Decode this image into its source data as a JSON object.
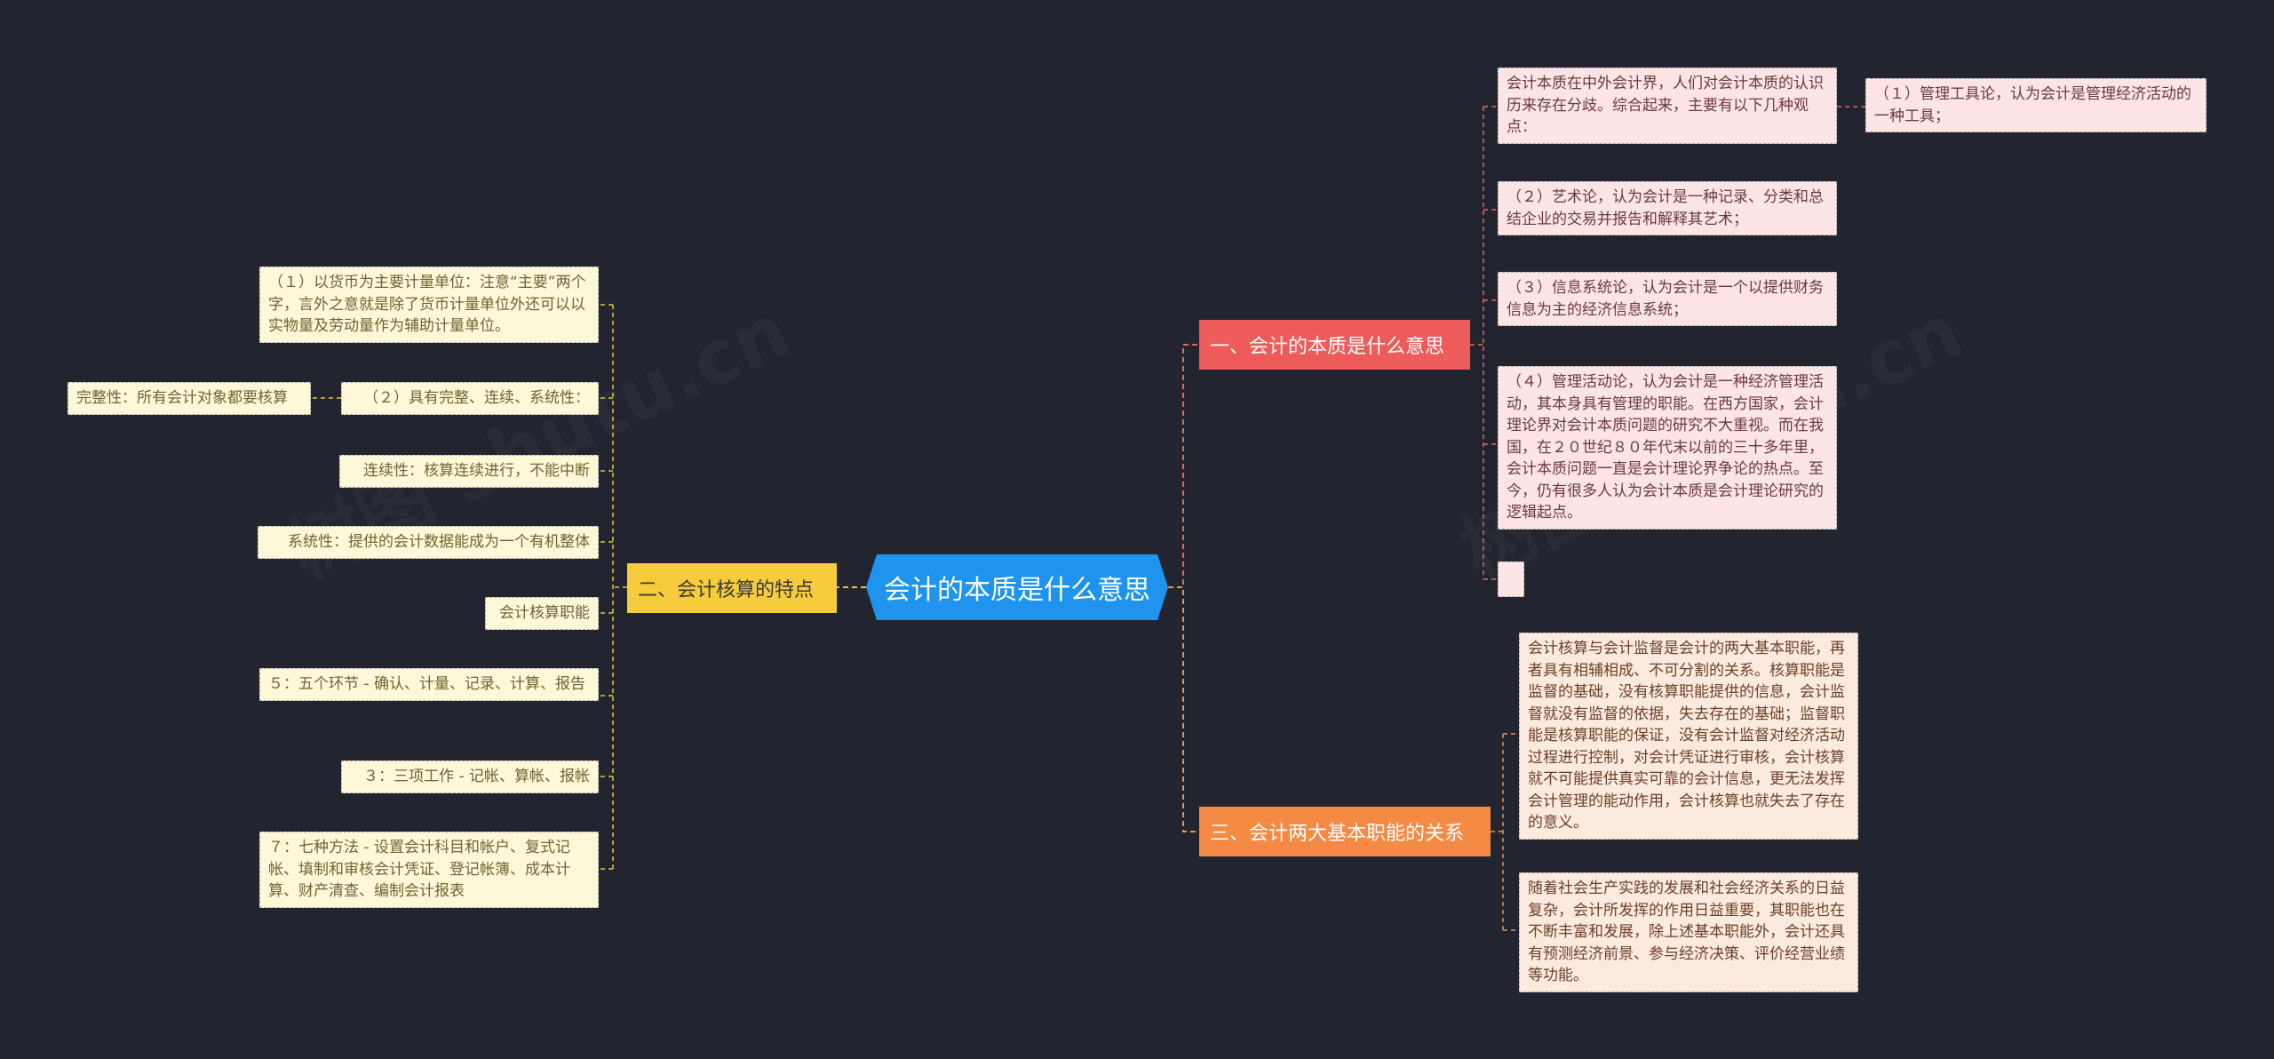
{
  "root": {
    "label": "会计的本质是什么意思"
  },
  "branches": [
    {
      "label": "一、会计的本质是什么意思",
      "color": "#ee5b5b",
      "children": [
        {
          "text": "会计本质在中外会计界，人们对会计本质的认识历来存在分歧。综合起来，主要有以下几种观点："
        },
        {
          "text": "（２）艺术论，认为会计是一种记录、分类和总结企业的交易并报告和解释其艺术；"
        },
        {
          "text": "（３）信息系统论，认为会计是一个以提供财务信息为主的经济信息系统；"
        },
        {
          "text": "（４）管理活动论，认为会计是一种经济管理活动，其本身具有管理的职能。在西方国家，会计理论界对会计本质问题的研究不大重视。而在我国，在２０世纪８０年代末以前的三十多年里，会计本质问题一直是会计理论界争论的热点。至今，仍有很多人认为会计本质是会计理论研究的逻辑起点。"
        },
        {
          "text": ""
        }
      ],
      "sub": {
        "text": "（１）管理工具论，认为会计是管理经济活动的一种工具；"
      }
    },
    {
      "label": "二、会计核算的特点",
      "color": "#f6cc3c",
      "children": [
        {
          "text": "（１）以货币为主要计量单位：注意“主要”两个字，言外之意就是除了货币计量单位外还可以以实物量及劳动量作为辅助计量单位。"
        },
        {
          "text": "（２）具有完整、连续、系统性："
        },
        {
          "text": "连续性：核算连续进行，不能中断"
        },
        {
          "text": "系统性：提供的会计数据能成为一个有机整体"
        },
        {
          "text": "会计核算职能"
        },
        {
          "text": "５：五个环节 - 确认、计量、记录、计算、报告"
        },
        {
          "text": "３：三项工作 - 记帐、算帐、报帐"
        },
        {
          "text": "７：七种方法 - 设置会计科目和帐户、复式记帐、填制和审核会计凭证、登记帐簿、成本计算、财产清查、编制会计报表"
        }
      ],
      "sub": {
        "text": "完整性：所有会计对象都要核算"
      }
    },
    {
      "label": "三、会计两大基本职能的关系",
      "color": "#f58a45",
      "children": [
        {
          "text": "会计核算与会计监督是会计的两大基本职能，再者具有相辅相成、不可分割的关系。核算职能是监督的基础，没有核算职能提供的信息，会计监督就没有监督的依据，失去存在的基础；监督职能是核算职能的保证，没有会计监督对经济活动过程进行控制，对会计凭证进行审核，会计核算就不可能提供真实可靠的会计信息，更无法发挥会计管理的能动作用，会计核算也就失去了存在的意义。"
        },
        {
          "text": "随着社会生产实践的发展和社会经济关系的日益复杂，会计所发挥的作用日益重要，其职能也在不断丰富和发展，除上述基本职能外，会计还具有预测经济前景、参与经济决策、评价经营业绩等功能。"
        }
      ]
    }
  ],
  "colors": {
    "background": "#22252f",
    "root": "#1e94ee",
    "line": "#c9a86a"
  }
}
